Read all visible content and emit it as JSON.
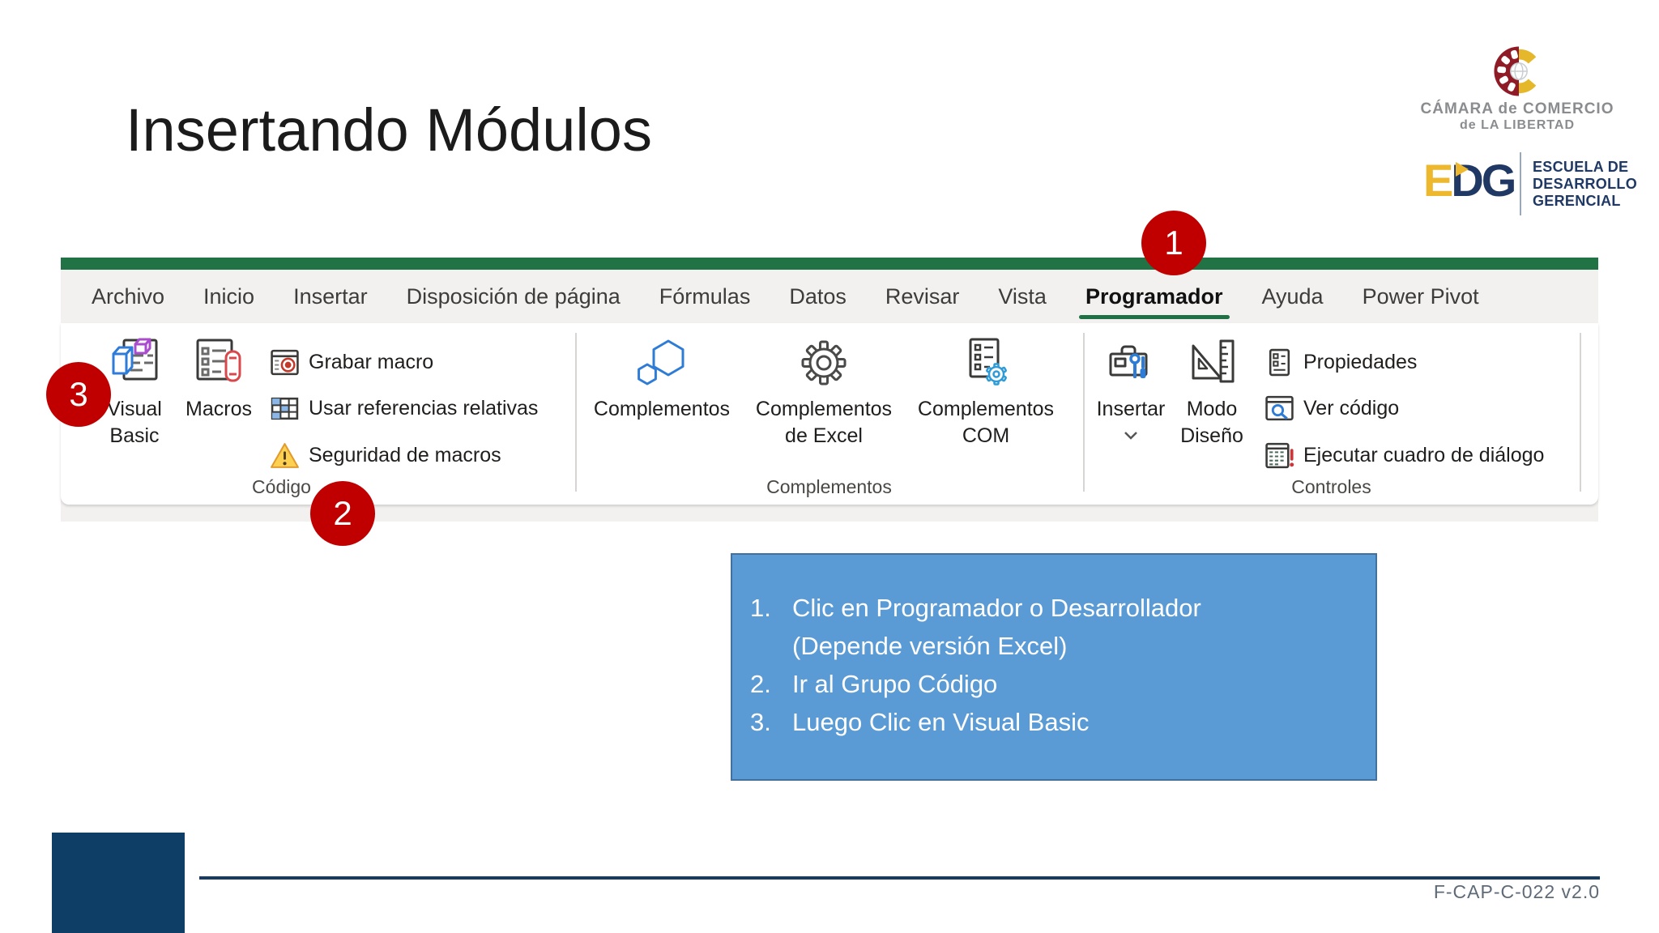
{
  "slide": {
    "title": "Insertando Módulos",
    "footer_code": "F-CAP-C-022 v2.0"
  },
  "logo": {
    "org_line1": "CÁMARA de COMERCIO",
    "org_line2": "de LA LIBERTAD",
    "edg_e": "E",
    "edg_dg": "DG",
    "school_line1": "ESCUELA DE",
    "school_line2": "DESARROLLO",
    "school_line3": "GERENCIAL"
  },
  "annotations": {
    "step1": "1",
    "step2": "2",
    "step3": "3"
  },
  "ribbon": {
    "tabs": [
      {
        "label": "Archivo"
      },
      {
        "label": "Inicio"
      },
      {
        "label": "Insertar"
      },
      {
        "label": "Disposición de página"
      },
      {
        "label": "Fórmulas"
      },
      {
        "label": "Datos"
      },
      {
        "label": "Revisar"
      },
      {
        "label": "Vista"
      },
      {
        "label": "Programador"
      },
      {
        "label": "Ayuda"
      },
      {
        "label": "Power Pivot"
      }
    ],
    "active_tab": "Programador",
    "groups": [
      {
        "label": "Código",
        "big_buttons": [
          {
            "line1": "Visual",
            "line2": "Basic",
            "icon": "visual-basic-icon"
          },
          {
            "line1": "Macros",
            "icon": "macros-icon"
          }
        ],
        "small_buttons": [
          {
            "label": "Grabar macro",
            "icon": "record-macro-icon"
          },
          {
            "label": "Usar referencias relativas",
            "icon": "relative-references-icon"
          },
          {
            "label": "Seguridad de macros",
            "icon": "macro-security-icon"
          }
        ]
      },
      {
        "label": "Complementos",
        "big_buttons": [
          {
            "line1": "Complementos",
            "icon": "add-ins-icon"
          },
          {
            "line1": "Complementos",
            "line2": "de Excel",
            "icon": "excel-add-ins-icon"
          },
          {
            "line1": "Complementos",
            "line2": "COM",
            "icon": "com-add-ins-icon"
          }
        ]
      },
      {
        "label": "Controles",
        "big_buttons": [
          {
            "line1": "Insertar",
            "icon": "insert-controls-icon",
            "dropdown": true
          },
          {
            "line1": "Modo",
            "line2": "Diseño",
            "icon": "design-mode-icon"
          }
        ],
        "small_buttons": [
          {
            "label": "Propiedades",
            "icon": "properties-icon"
          },
          {
            "label": "Ver código",
            "icon": "view-code-icon"
          },
          {
            "label": "Ejecutar cuadro de diálogo",
            "icon": "run-dialog-icon"
          }
        ]
      }
    ]
  },
  "instructions": {
    "items": [
      {
        "num": "1.",
        "lines": [
          "Clic en Programador o Desarrollador",
          "(Depende versión Excel)"
        ]
      },
      {
        "num": "2.",
        "lines": [
          "Ir al Grupo Código"
        ]
      },
      {
        "num": "3.",
        "lines": [
          "Luego Clic en Visual Basic"
        ]
      }
    ]
  },
  "colors": {
    "excel_green": "#217346",
    "annotation_red": "#C00000",
    "instruction_fill": "#5B9BD5",
    "instruction_border": "#41719C",
    "navy": "#0E3D66",
    "logo_yellow": "#E5B72B",
    "logo_dark_red": "#8E1B26"
  }
}
